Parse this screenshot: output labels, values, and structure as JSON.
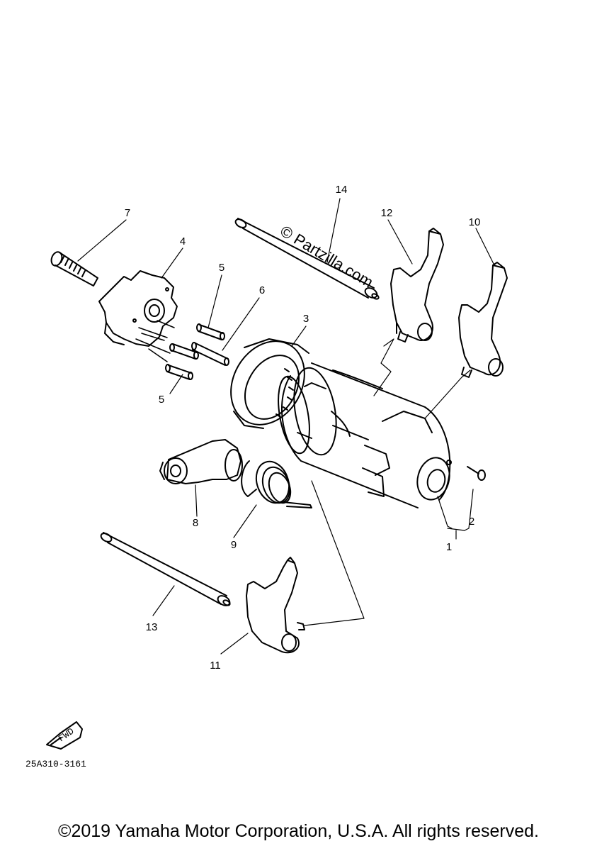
{
  "callouts": [
    "1",
    "2",
    "3",
    "4",
    "5",
    "5",
    "6",
    "7",
    "8",
    "9",
    "10",
    "11",
    "12",
    "13",
    "14"
  ],
  "watermark": "© Partzilla.com",
  "fwd_label": "FWD",
  "diagram_code": "25A310-3161",
  "copyright": "©2019 Yamaha Motor Corporation, U.S.A. All rights reserved."
}
